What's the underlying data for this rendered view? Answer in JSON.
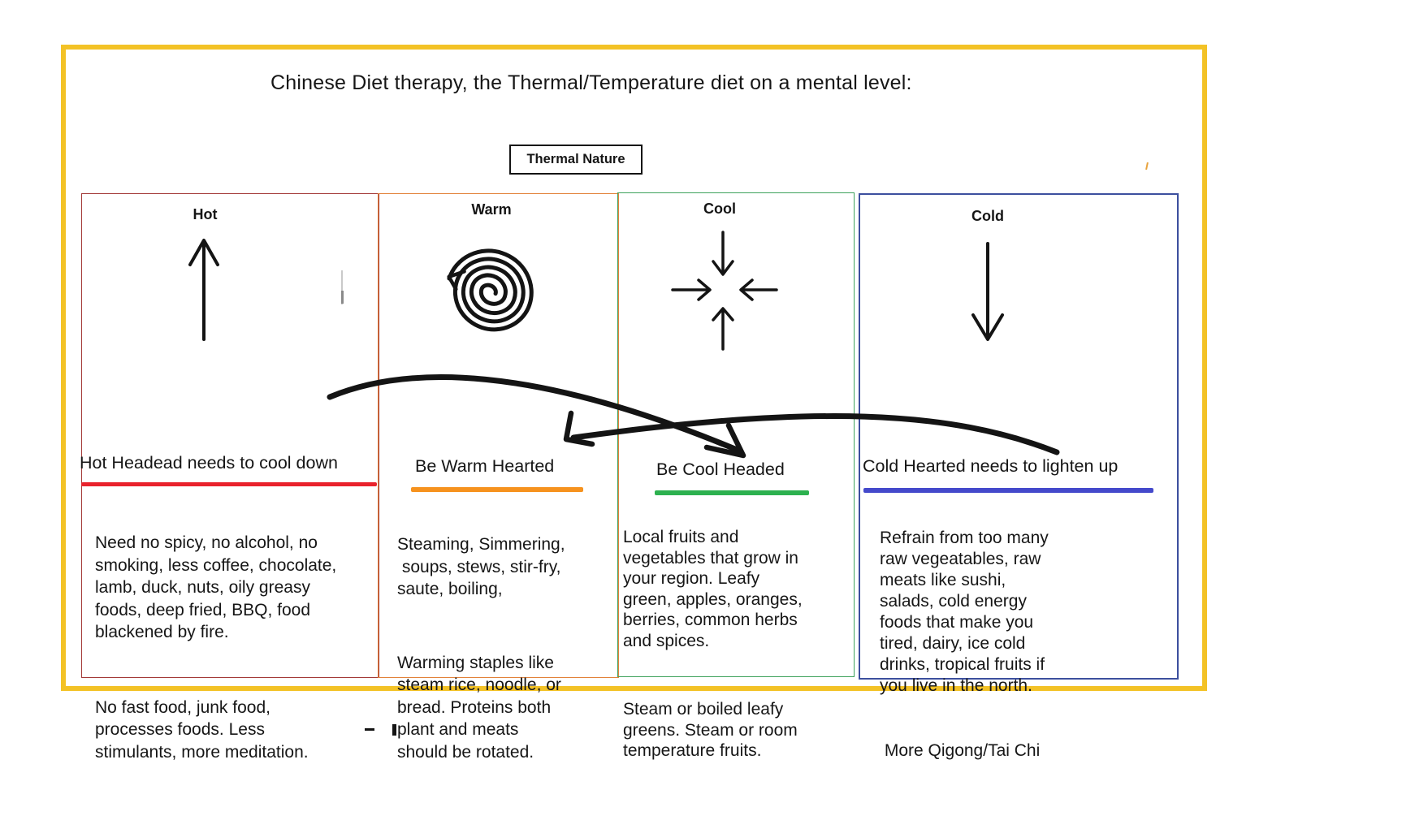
{
  "page": {
    "title": "Chinese Diet therapy, the Thermal/Temperature diet on a mental level:",
    "thermal_nature_label": "Thermal Nature"
  },
  "colors": {
    "frame": "#f3c226",
    "ink": "#141414"
  },
  "columns": [
    {
      "id": "hot",
      "header": "Hot",
      "icon": "arrow-up-icon",
      "accent": "#a33a38",
      "underline_color": "#e9222c",
      "subtitle": "Hot Headead needs to cool down",
      "paragraphs": [
        "Need no spicy, no alcohol, no\nsmoking, less coffee, chocolate,\nlamb, duck, nuts, oily greasy\nfoods, deep fried, BBQ, food\nblackened by fire.",
        "No fast food, junk food,\nprocesses foods. Less\nstimulants, more meditation."
      ]
    },
    {
      "id": "warm",
      "header": "Warm",
      "icon": "spiral-icon",
      "accent": "#e2823a",
      "underline_color": "#f6921e",
      "subtitle": "Be Warm Hearted",
      "paragraphs": [
        "Steaming, Simmering,\n soups, stews, stir-fry,\nsaute, boiling,",
        "Warming staples like\nsteam rice, noodle, or\nbread. Proteins both\nplant and meats\nshould be rotated."
      ]
    },
    {
      "id": "cool",
      "header": "Cool",
      "icon": "converging-arrows-icon",
      "accent": "#3ea25c",
      "underline_color": "#2db14f",
      "subtitle": "Be Cool Headed",
      "paragraphs": [
        "Local fruits and\nvegetables that grow in\nyour region. Leafy\ngreen, apples, oranges,\nberries, common herbs\nand spices.",
        "Steam or boiled leafy\ngreens. Steam or room\ntemperature fruits."
      ]
    },
    {
      "id": "cold",
      "header": "Cold",
      "icon": "arrow-down-icon",
      "accent": "#3c4f9e",
      "underline_color": "#4449cb",
      "subtitle": "Cold Hearted needs to lighten up",
      "paragraphs": [
        "Refrain from too many\nraw vegeatables, raw\nmeats like sushi,\nsalads, cold energy\nfoods that make you\ntired, dairy, ice cold\ndrinks, tropical fruits if\nyou live in the north.",
        " More Qigong/Tai Chi"
      ]
    }
  ],
  "annotations": {
    "arrow_hot_to_cool": "hand-drawn arc arrow from Hot column to Cool column",
    "arrow_cold_to_warm": "hand-drawn arc arrow from Cold column to Warm column"
  }
}
